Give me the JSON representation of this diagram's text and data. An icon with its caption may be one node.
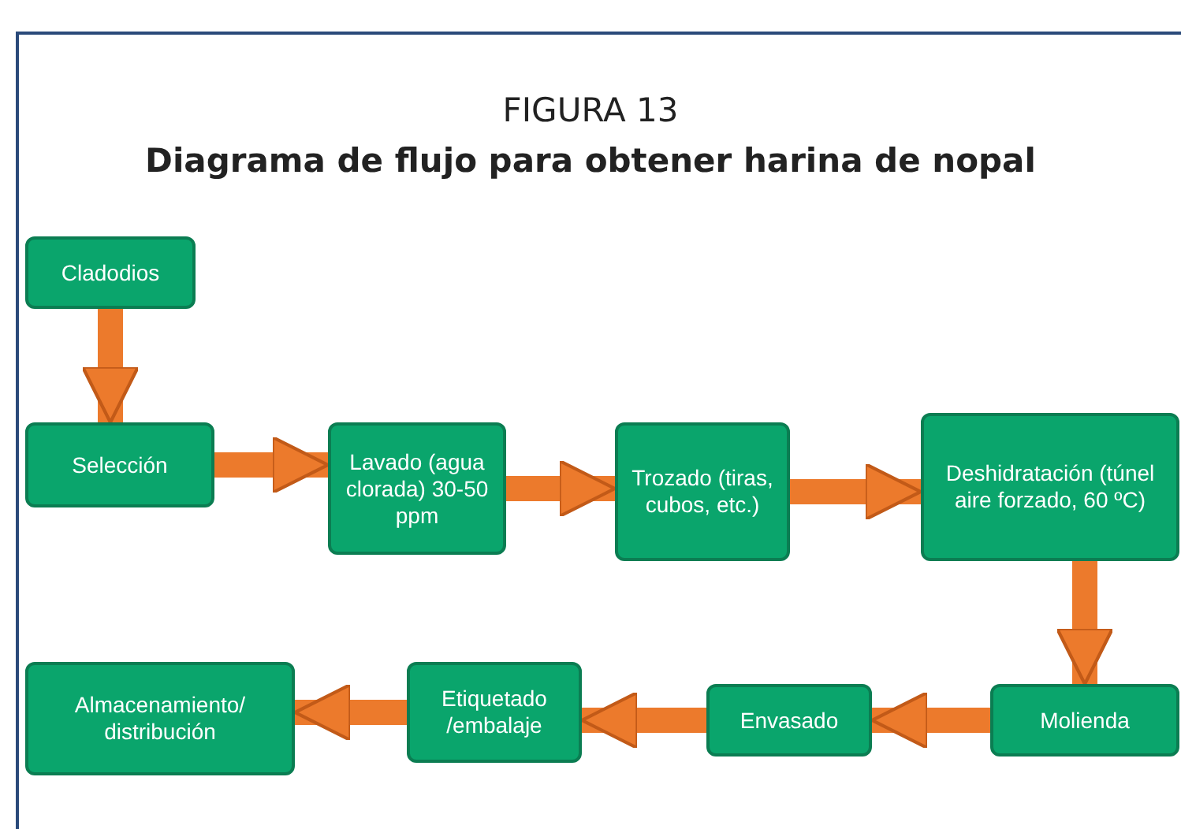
{
  "diagram": {
    "title": "FIGURA 13",
    "caption": "Diagrama de flujo para obtener harina de nopal",
    "nodes": [
      {
        "text": [
          "Cladodios"
        ]
      },
      {
        "text": [
          "Selección"
        ]
      },
      {
        "text": [
          "Lavado (agua clorada) 30-50 ppm"
        ]
      },
      {
        "text": [
          "Trozado (tiras, cubos, etc.)"
        ]
      },
      {
        "text": [
          "Deshidratación (túnel aire forzado, 60 ºC)"
        ]
      },
      {
        "text": [
          "Molienda"
        ]
      },
      {
        "text": [
          "Envasado"
        ]
      },
      {
        "text": [
          "Etiquetado /embalaje"
        ]
      },
      {
        "text": [
          "Almacenamiento/ distribución"
        ]
      }
    ],
    "edges": [
      {
        "from": 0,
        "to": 1,
        "arrow": "to"
      },
      {
        "from": 1,
        "to": 2,
        "arrow": "to"
      },
      {
        "from": 2,
        "to": 3,
        "arrow": "to"
      },
      {
        "from": 3,
        "to": 4,
        "arrow": "to"
      },
      {
        "from": 4,
        "to": 5,
        "arrow": "to"
      },
      {
        "from": 5,
        "to": 6,
        "arrow": "to"
      },
      {
        "from": 6,
        "to": 7,
        "arrow": "to"
      },
      {
        "from": 7,
        "to": 8,
        "arrow": "to"
      }
    ]
  }
}
